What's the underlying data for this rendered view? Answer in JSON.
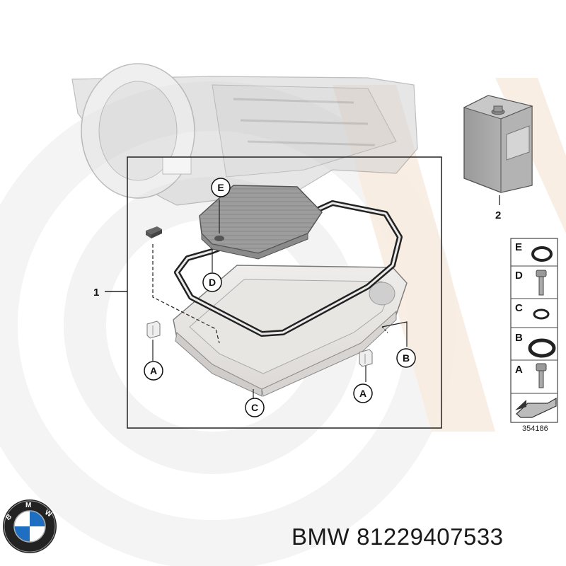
{
  "diagram": {
    "part_numbers": {
      "oil_pan_kit": "1",
      "oil_can": "2"
    },
    "callouts": {
      "e": "E",
      "d": "D",
      "c": "C",
      "b": "B",
      "a_left": "A",
      "a_right": "A"
    },
    "legend": {
      "rows": [
        "E",
        "D",
        "C",
        "B",
        "A"
      ]
    },
    "diagram_id": "354186"
  },
  "footer": {
    "logo_letters": "BMW",
    "brand": "BMW",
    "part_number": "81229407533"
  }
}
